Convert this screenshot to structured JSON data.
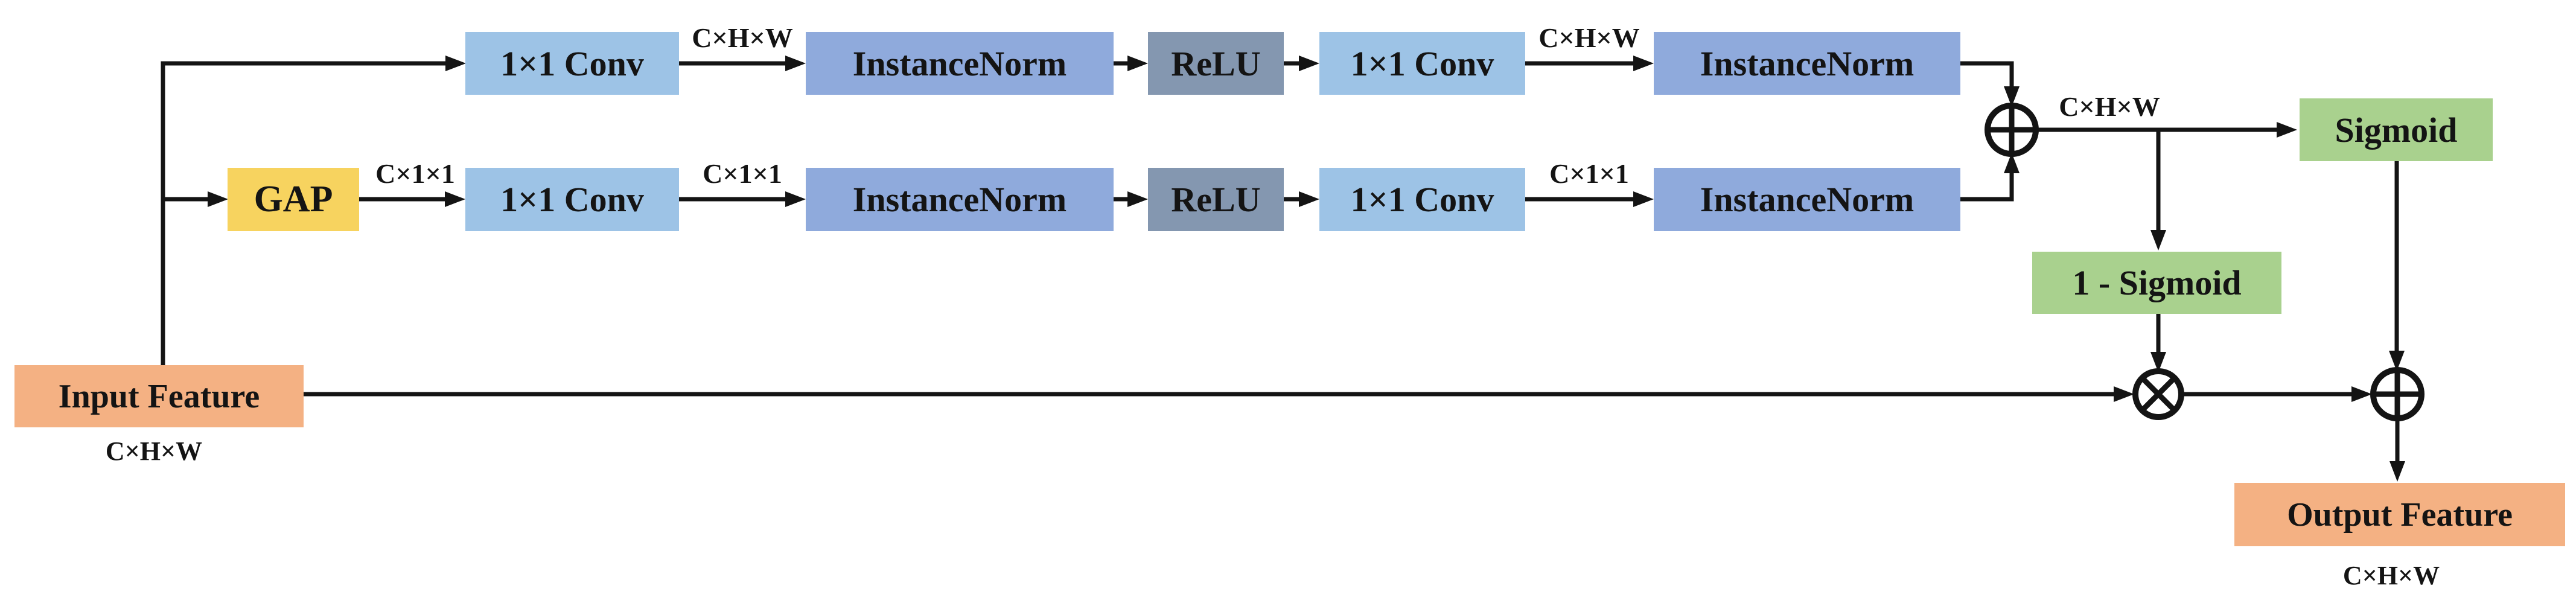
{
  "blocks": {
    "conv1x1": "1×1 Conv",
    "instance_norm": "InstanceNorm",
    "relu": "ReLU",
    "gap": "GAP",
    "sigmoid": "Sigmoid",
    "one_minus_sigmoid": "1 - Sigmoid",
    "input_feature": "Input Feature",
    "output_feature": "Output Feature"
  },
  "tensor_labels": {
    "chw": "C×H×W",
    "c11": "C×1×1"
  },
  "icons": {
    "add_operator": "circle-plus",
    "multiply_operator": "circle-times"
  },
  "colors": {
    "conv_block": "#9dc3e6",
    "norm_block": "#8faadc",
    "relu_block": "#8497b0",
    "gap_block": "#f7d35f",
    "activation_block": "#a9d18e",
    "feature_block": "#f4b183",
    "line": "#141414"
  }
}
